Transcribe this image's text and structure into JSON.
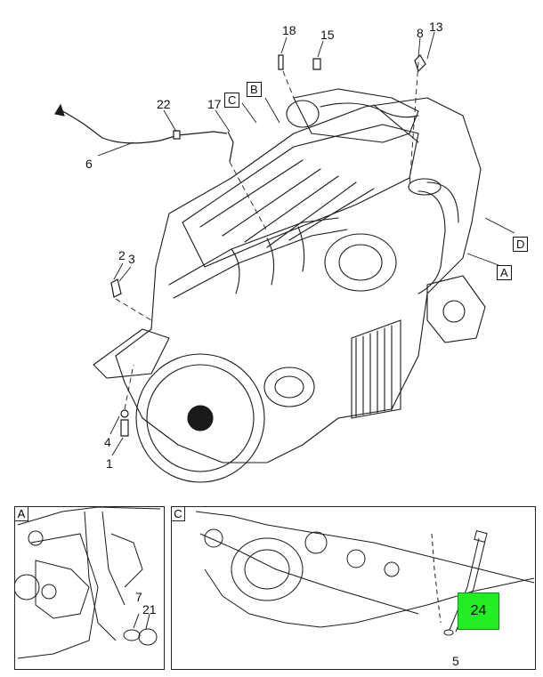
{
  "callouts": {
    "c1": "1",
    "c2": "2",
    "c3": "3",
    "c4": "4",
    "c5": "5",
    "c6": "6",
    "c7": "7",
    "c8": "8",
    "c13": "13",
    "c15": "15",
    "c17": "17",
    "c18": "18",
    "c21": "21",
    "c22": "22"
  },
  "view_labels": {
    "A": "A",
    "B": "B",
    "C": "C",
    "D": "D"
  },
  "detail_panels": {
    "left_tag": "A",
    "right_tag": "C"
  },
  "highlight": {
    "label": "24",
    "color": "#22ee22"
  }
}
